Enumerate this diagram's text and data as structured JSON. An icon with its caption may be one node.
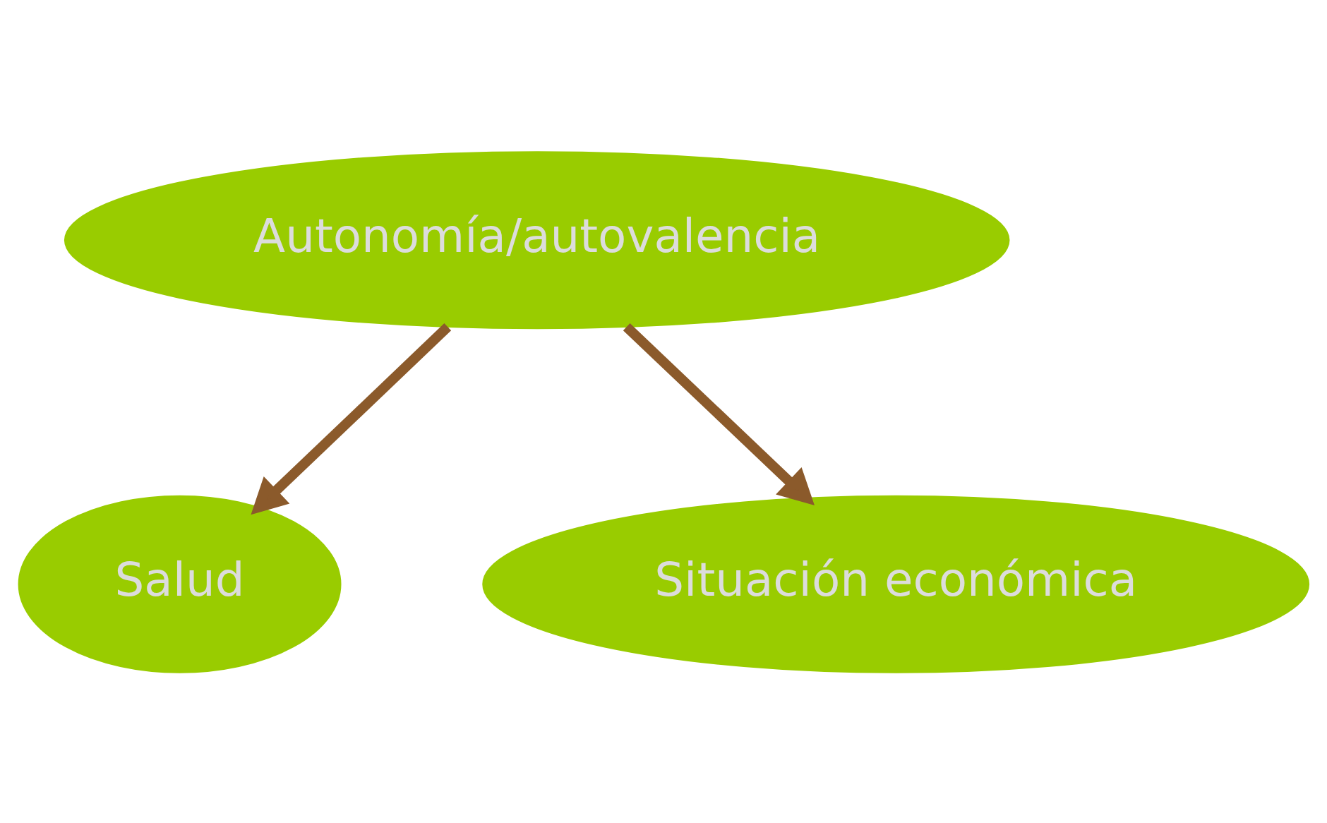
{
  "diagram": {
    "nodes": [
      {
        "text": [
          "Autonomía/autovalencia"
        ]
      },
      {
        "text": [
          "Salud"
        ]
      },
      {
        "text": [
          "Situación económica"
        ]
      }
    ],
    "edges": [
      {
        "from": 0,
        "to": 1,
        "arrow": "to"
      },
      {
        "from": 0,
        "to": 2,
        "arrow": "to"
      }
    ]
  }
}
